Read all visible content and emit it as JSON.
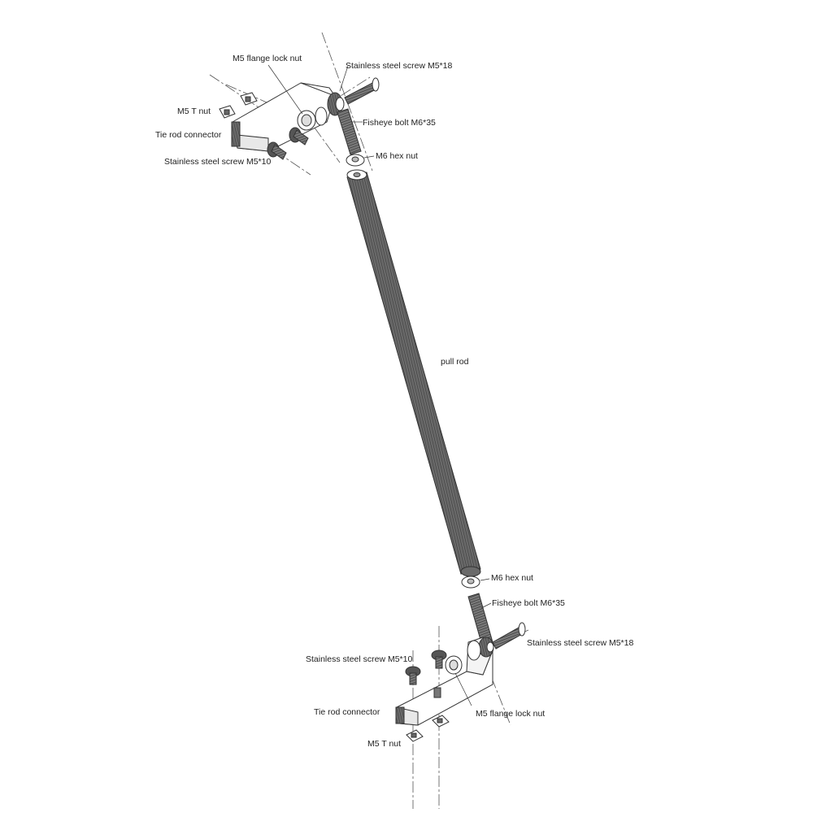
{
  "diagram": {
    "labels": {
      "flange_lock_nut_top": "M5 flange lock nut",
      "screw_m5_18_top": "Stainless steel screw M5*18",
      "t_nut_top": "M5 T nut",
      "tie_rod_connector_top": "Tie rod connector",
      "fisheye_bolt_top": "Fisheye bolt M6*35",
      "screw_m5_10_top": "Stainless steel screw M5*10",
      "hex_nut_top": "M6 hex nut",
      "pull_rod": "pull rod",
      "hex_nut_bottom": "M6 hex nut",
      "fisheye_bolt_bottom": "Fisheye bolt M6*35",
      "screw_m5_18_bottom": "Stainless steel screw M5*18",
      "screw_m5_10_bottom": "Stainless steel screw M5*10",
      "tie_rod_connector_bottom": "Tie rod connector",
      "flange_lock_nut_bottom": "M5 flange lock nut",
      "t_nut_bottom": "M5 T nut"
    },
    "colors": {
      "line": "#333333",
      "part_fill": "#ffffff",
      "dark_part": "#555555",
      "rod_fill": "#6a6a6a"
    }
  }
}
